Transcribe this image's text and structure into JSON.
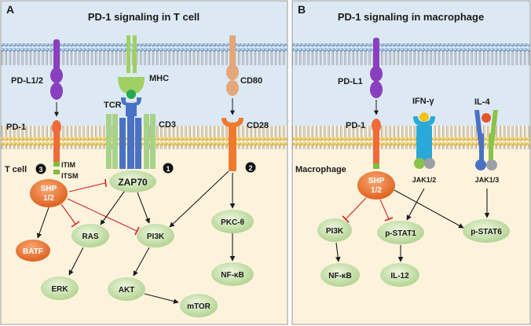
{
  "panel_a": {
    "letter": "A",
    "title": "PD-1 signaling in T cell",
    "labels": {
      "pdl12": "PD-L1/2",
      "pd1": "PD-1",
      "mhc": "MHC",
      "tcr": "TCR",
      "cd3": "CD3",
      "cd80": "CD80",
      "cd28": "CD28",
      "tcell": "T cell",
      "itim": "ITIM",
      "itsm": "ITSM",
      "marker1": "1",
      "marker2": "2",
      "marker3": "3"
    },
    "nodes": {
      "shp_line1": "SHP",
      "shp_line2": "1/2",
      "zap70": "ZAP70",
      "batf": "BATF",
      "ras": "RAS",
      "pi3k": "PI3K",
      "pkc": "PKC-θ",
      "erk": "ERK",
      "akt": "AKT",
      "nfkb": "NF-κB",
      "mtor": "mTOR"
    }
  },
  "panel_b": {
    "letter": "B",
    "title": "PD-1 signaling in macrophage",
    "labels": {
      "pdl1": "PD-L1",
      "pd1": "PD-1",
      "ifng": "IFN-γ",
      "il4": "IL-4",
      "macrophage": "Macrophage",
      "jak12": "JAK1/2",
      "jak13": "JAK1/3"
    },
    "nodes": {
      "shp_line1": "SHP",
      "shp_line2": "1/2",
      "pi3k": "PI3K",
      "pstat1": "p-STAT1",
      "pstat6": "p-STAT6",
      "nfkb": "NF-κB",
      "il12": "IL-12"
    }
  },
  "colors": {
    "extracellular": "#dce9f4",
    "cytoplasm": "#fdf3dc",
    "membrane_head": "#d9b43c",
    "green_node": "#c7dfa9",
    "orange_node": "#e8742c",
    "inhibit": "#d42020",
    "pd1": "#ef6b3a",
    "pdl": "#8a3fbf",
    "mhc": "#9fd061",
    "tcr": "#4a72c4",
    "cd3": "#a7d28a",
    "cd80": "#e3a77a"
  }
}
